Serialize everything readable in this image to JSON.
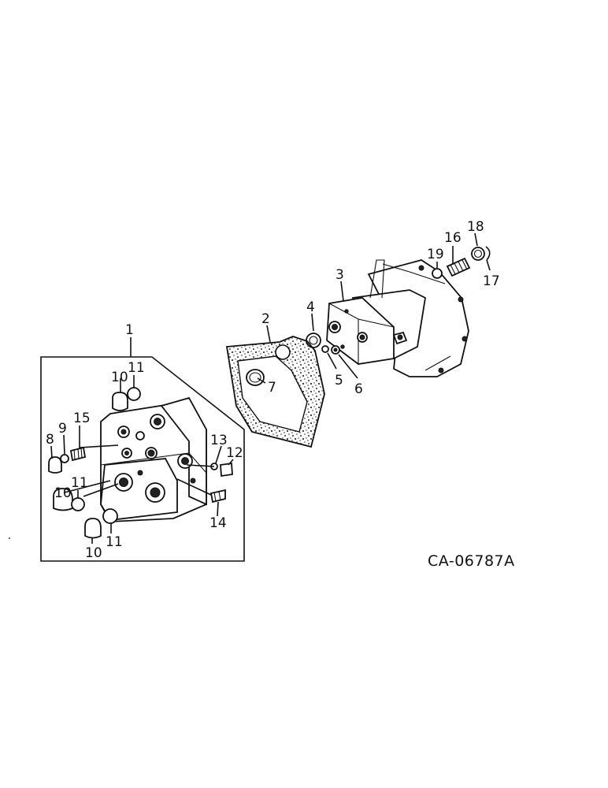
{
  "diagram": {
    "reference_code": "CA-06787A",
    "callouts": {
      "c1": "1",
      "c2": "2",
      "c3": "3",
      "c4": "4",
      "c5": "5",
      "c6": "6",
      "c7": "7",
      "c8": "8",
      "c9": "9",
      "c10a": "10",
      "c10b": "10",
      "c10c": "10",
      "c11a": "11",
      "c11b": "11",
      "c11c": "11",
      "c12": "12",
      "c13": "13",
      "c14": "14",
      "c15": "15",
      "c16": "16",
      "c17": "17",
      "c18": "18",
      "c19": "19"
    }
  }
}
